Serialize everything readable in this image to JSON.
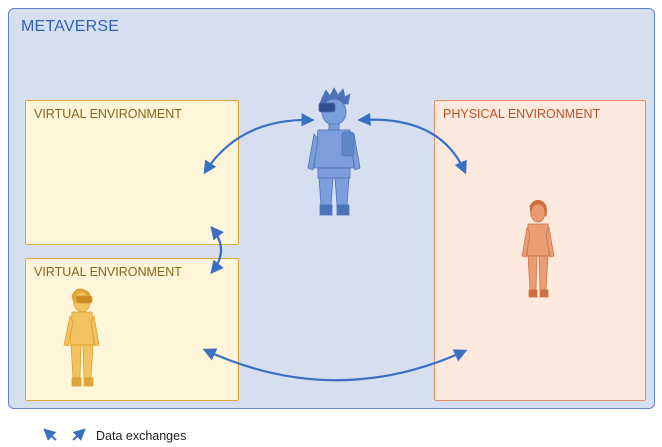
{
  "metaverse": {
    "title": "METAVERSE"
  },
  "environments": {
    "virtual_top": {
      "label": "VIRTUAL ENVIRONMENT"
    },
    "virtual_bottom": {
      "label": "VIRTUAL ENVIRONMENT"
    },
    "physical": {
      "label": "PHYSICAL ENVIRONMENT"
    }
  },
  "legend": {
    "label": "Data exchanges"
  },
  "colors": {
    "metaverse_fill": "#d6dff0",
    "metaverse_border": "#5f86c6",
    "virtual_fill": "#fff5d9",
    "virtual_border": "#e0a63a",
    "physical_fill": "#fde9de",
    "physical_border": "#e39069",
    "arrow": "#3a6fc4",
    "avatar_blue": "#6f93d6",
    "avatar_yellow": "#f2b840",
    "avatar_orange": "#e08a5a"
  },
  "icons": {
    "center_figure": "vr-headset-person-icon",
    "virtual_figure": "vr-headset-avatar-icon",
    "physical_figure": "person-icon",
    "legend_arrows": "bidirectional-arrows-icon"
  }
}
